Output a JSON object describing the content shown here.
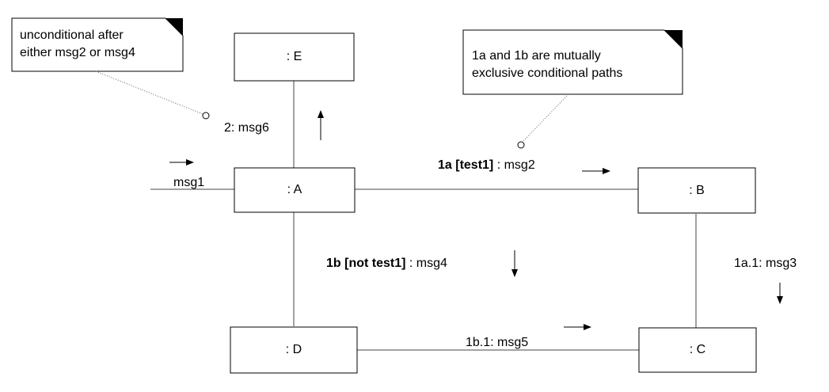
{
  "objects": {
    "E": ": E",
    "A": ": A",
    "B": ": B",
    "C": ": C",
    "D": ": D"
  },
  "notes": {
    "left": {
      "line1": "unconditional after",
      "line2": "either msg2 or msg4"
    },
    "right": {
      "line1": "1a and 1b are mutually",
      "line2": "exclusive conditional paths"
    }
  },
  "messages": {
    "msg1": "msg1",
    "msg6": "2: msg6",
    "msg2_seq": "1a [test1]",
    "msg2_rest": " :  msg2",
    "msg4_seq": "1b [not test1]",
    "msg4_rest": " : msg4",
    "msg3": "1a.1: msg3",
    "msg5": "1b.1: msg5"
  }
}
